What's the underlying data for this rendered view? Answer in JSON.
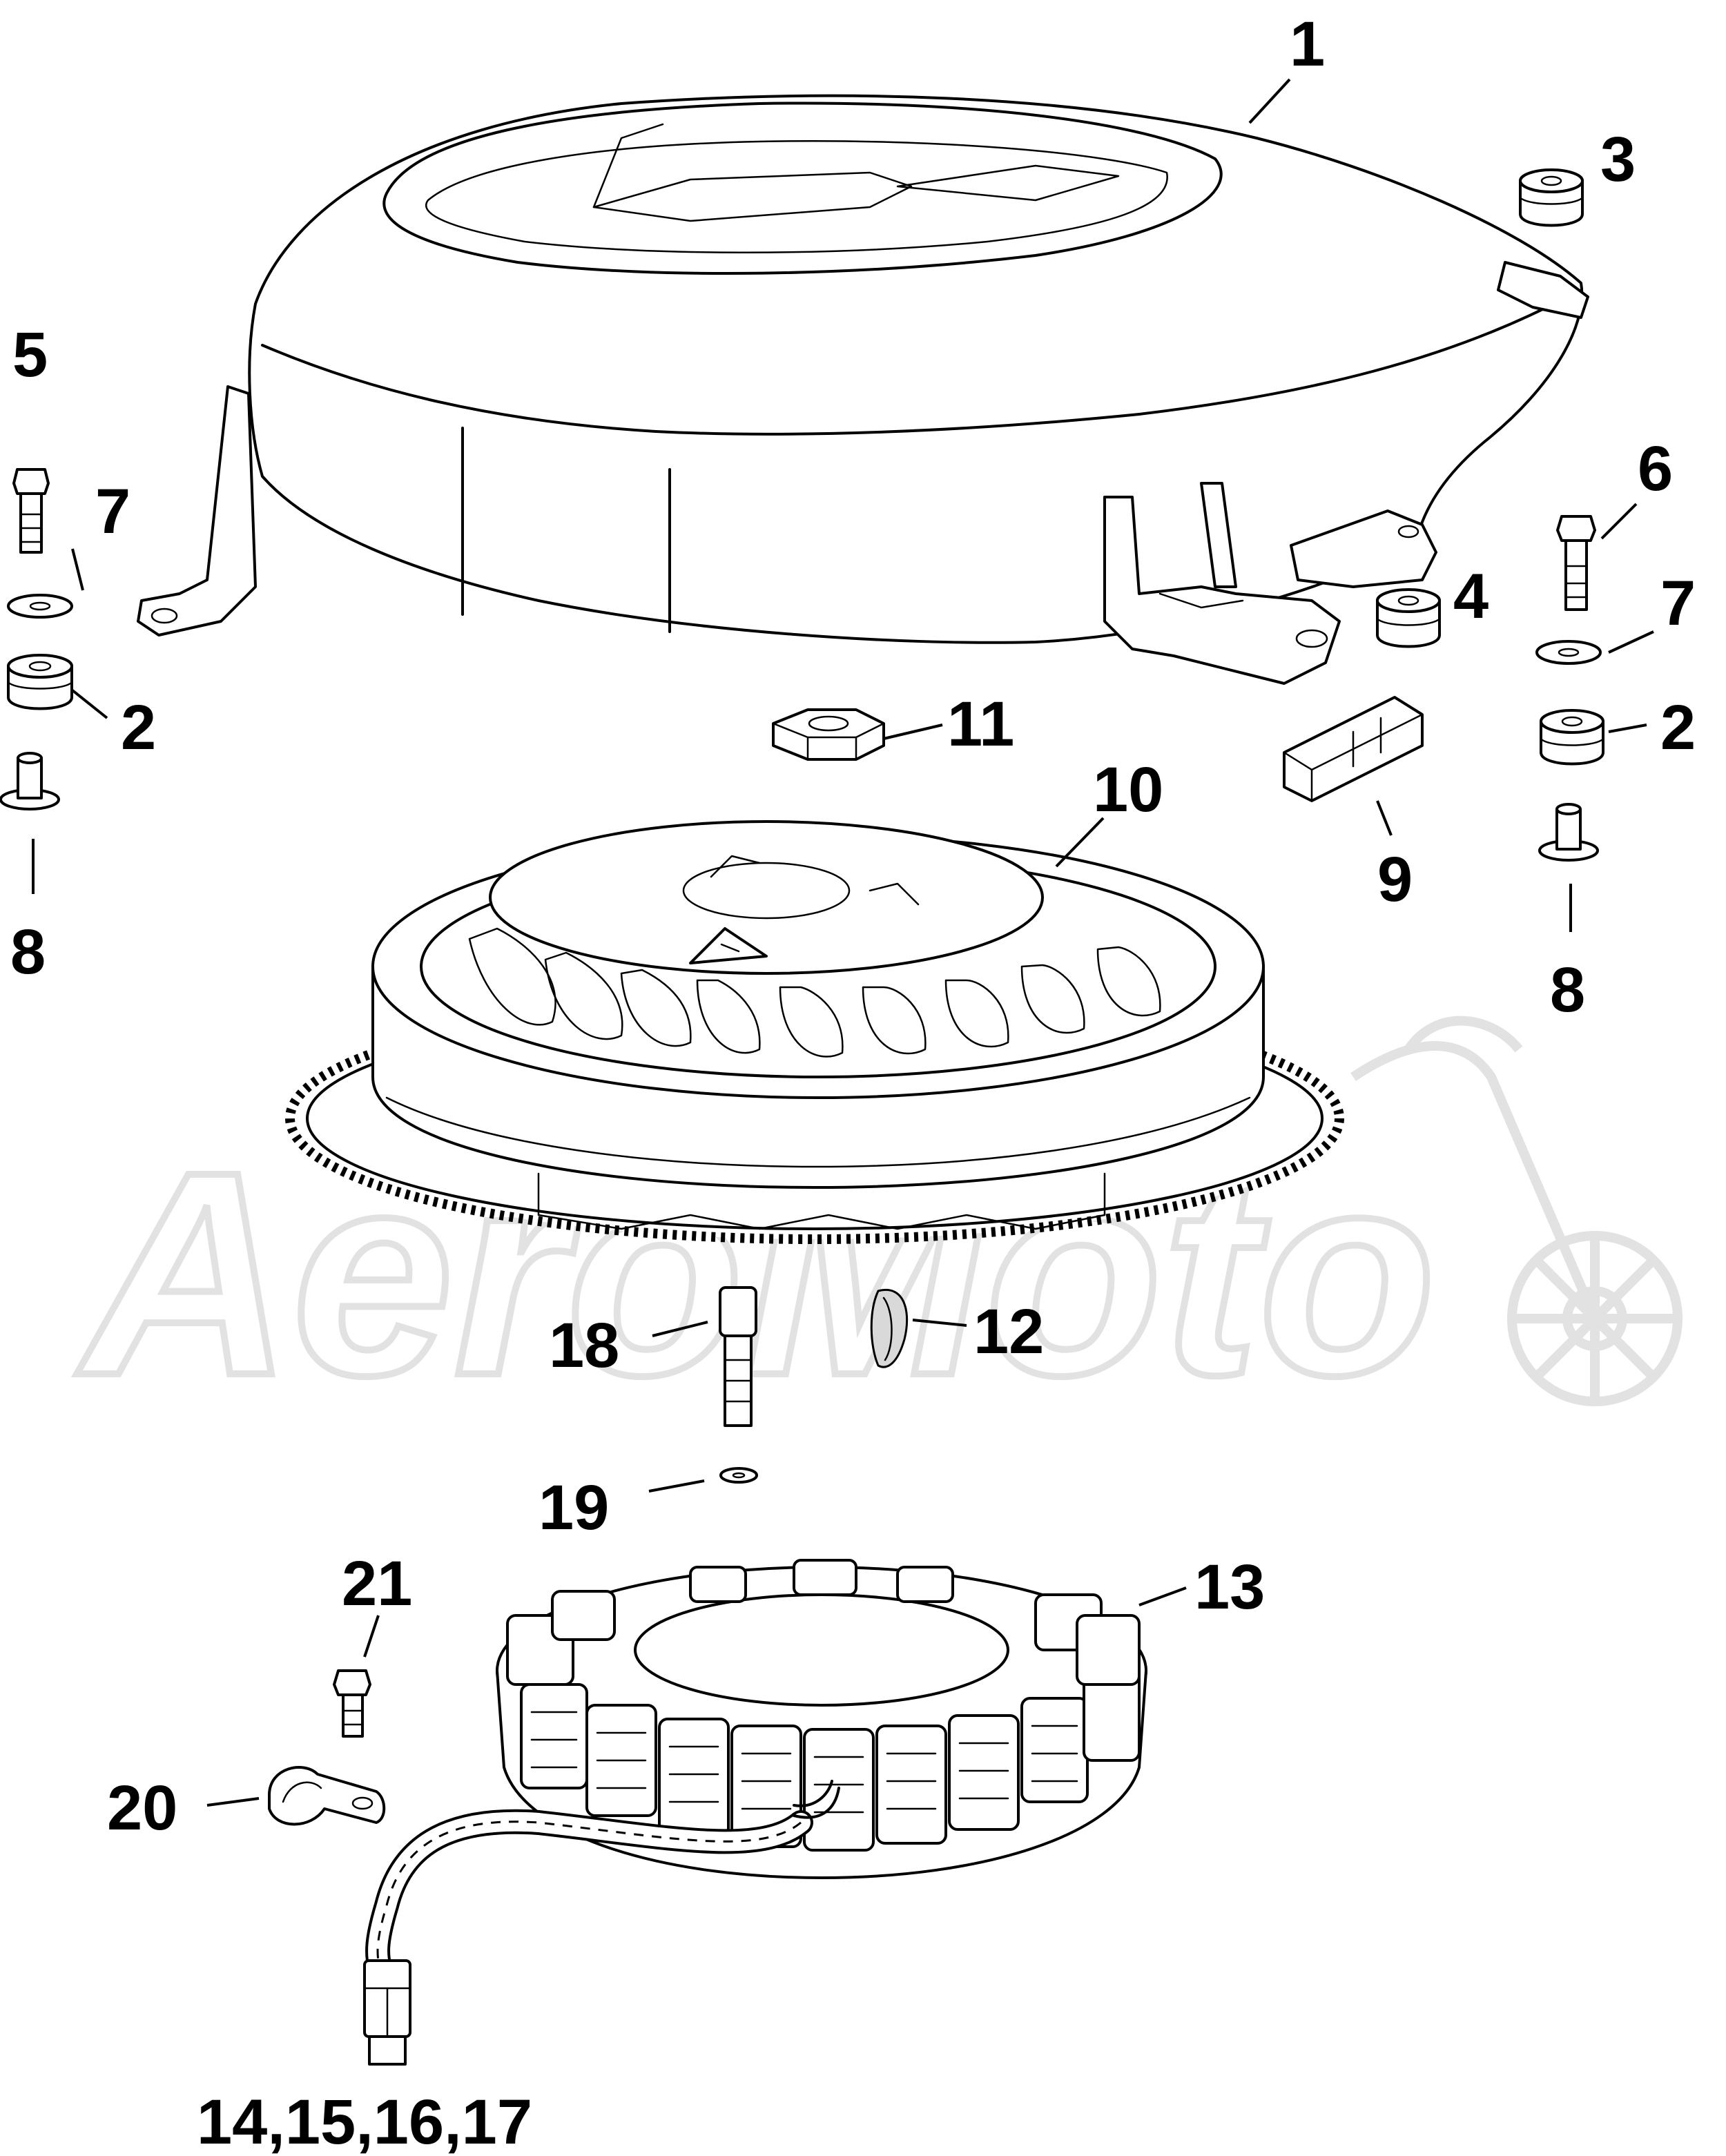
{
  "watermark": {
    "text": "AeroMoto",
    "color": "#e2e2e2"
  },
  "callouts": {
    "c1": "1",
    "c2a": "2",
    "c2b": "2",
    "c3": "3",
    "c4": "4",
    "c5": "5",
    "c6": "6",
    "c7a": "7",
    "c7b": "7",
    "c8a": "8",
    "c8b": "8",
    "c9": "9",
    "c10": "10",
    "c11": "11",
    "c12": "12",
    "c13": "13",
    "c14_17": "14,15,16,17",
    "c18": "18",
    "c19": "19",
    "c20": "20",
    "c21": "21"
  },
  "colors": {
    "ink": "#000000",
    "paper": "#ffffff",
    "watermark": "#e2e2e2"
  }
}
